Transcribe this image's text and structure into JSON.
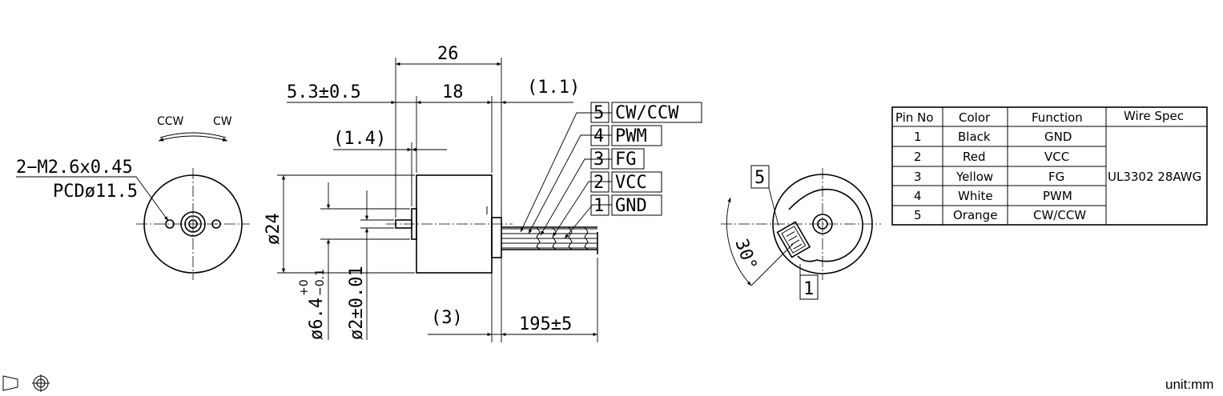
{
  "front_view": {
    "rotation_ccw": "CCW",
    "rotation_cw": "CW",
    "hole_spec_1": "2−M2.6x0.45",
    "hole_spec_2": "PCDø11.5"
  },
  "side_view": {
    "dim_26": "26",
    "dim_5_3": "5.3±0.5",
    "dim_18": "18",
    "dim_1_1": "(1.1)",
    "dim_1_4": "(1.4)",
    "dim_dia24": "ø24",
    "dim_dia6_4": "ø6.4",
    "dim_dia6_4_tol_upper": "+0",
    "dim_dia6_4_tol_lower": "−0.1",
    "dim_dia2": "ø2±0.01",
    "dim_3": "(3)",
    "dim_195": "195±5"
  },
  "wire_labels": [
    {
      "num": "5",
      "label": "CW/CCW"
    },
    {
      "num": "4",
      "label": "PWM"
    },
    {
      "num": "3",
      "label": "FG"
    },
    {
      "num": "2",
      "label": "VCC"
    },
    {
      "num": "1",
      "label": "GND"
    }
  ],
  "rear_view": {
    "pin_top": "5",
    "pin_bottom": "1",
    "angle": "30°"
  },
  "pin_table": {
    "headers": [
      "Pin No",
      "Color",
      "Function",
      "Wire Spec"
    ],
    "rows": [
      [
        "1",
        "Black",
        "GND"
      ],
      [
        "2",
        "Red",
        "VCC"
      ],
      [
        "3",
        "Yellow",
        "FG"
      ],
      [
        "4",
        "White",
        "PWM"
      ],
      [
        "5",
        "Orange",
        "CW/CCW"
      ]
    ],
    "wire_spec": "UL3302  28AWG"
  },
  "footer": {
    "unit": "unit:mm",
    "projection_symbols": [
      "first-angle-projection-icon"
    ]
  }
}
